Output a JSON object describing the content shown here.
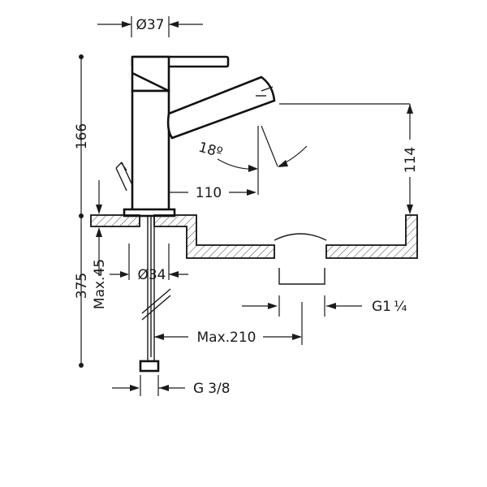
{
  "dimensions": {
    "top_diameter": "Ø37",
    "height_total": "166",
    "spout_height": "114",
    "swivel_angle": "18º",
    "spout_reach": "110",
    "mount_diameter": "Ø34",
    "max_deck": "Max.45",
    "overall_length": "375",
    "hose_length": "Max.210",
    "waste_thread_main": "G1",
    "waste_thread_frac": "¼",
    "supply_thread_main": "G",
    "supply_thread_frac": "3/8"
  },
  "colors": {
    "line": "#1a1a1a",
    "background": "#ffffff"
  }
}
